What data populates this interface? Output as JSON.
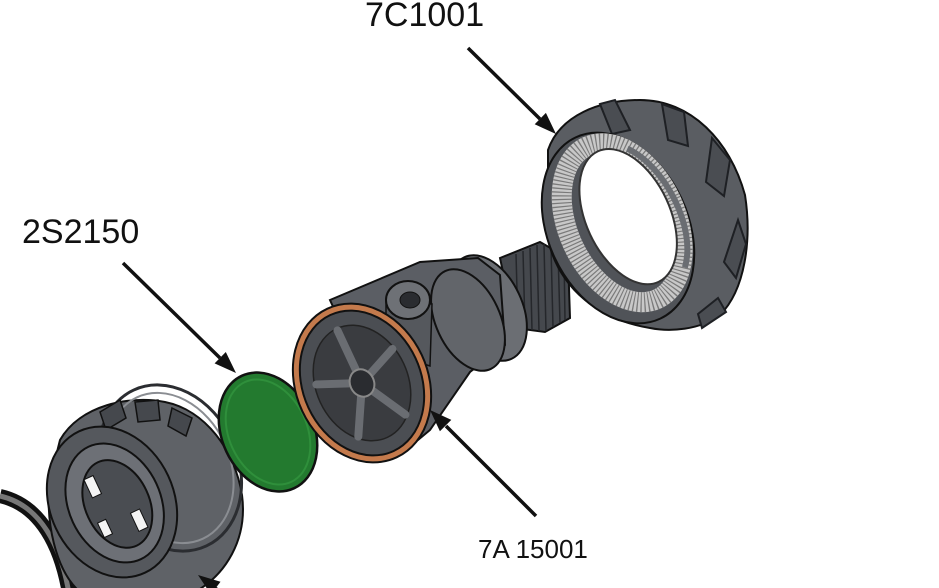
{
  "labels": {
    "nut": "7C1001",
    "disc": "2S2150",
    "cartridge": "7A 15001"
  }
}
